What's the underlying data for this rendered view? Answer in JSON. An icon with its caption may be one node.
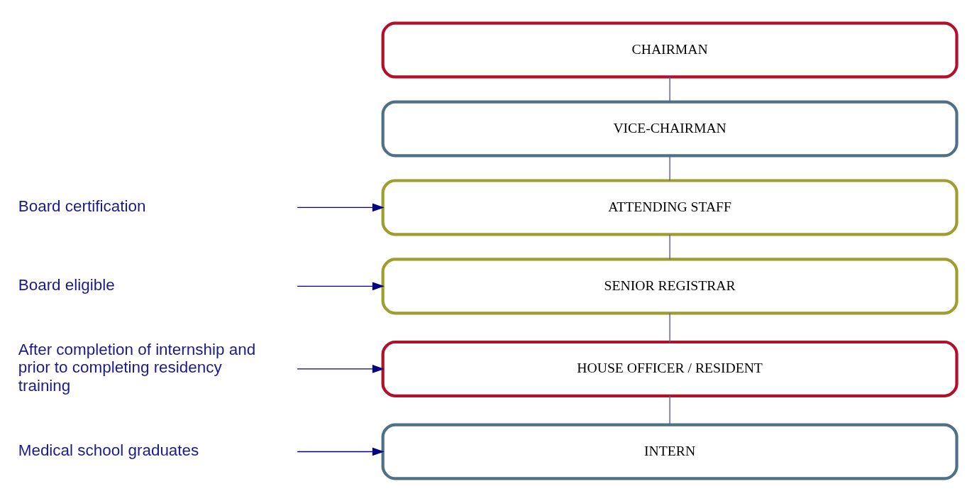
{
  "diagram": {
    "nodes": [
      {
        "text": [
          "CHAIRMAN"
        ]
      },
      {
        "text": [
          "VICE-CHAIRMAN"
        ]
      },
      {
        "text": [
          "Board certification"
        ]
      },
      {
        "text": [
          "ATTENDING STAFF"
        ]
      },
      {
        "text": [
          "Board eligible"
        ]
      },
      {
        "text": [
          "SENIOR REGISTRAR"
        ]
      },
      {
        "text": [
          "After completion of internship and prior to completing residency training"
        ]
      },
      {
        "text": [
          "HOUSE OFFICER / RESIDENT"
        ]
      },
      {
        "text": [
          "Medical school graduates"
        ]
      },
      {
        "text": [
          "INTERN"
        ]
      }
    ],
    "edges": [
      {
        "from": 0,
        "to": 1,
        "arrow": "none"
      },
      {
        "from": 1,
        "to": 3,
        "arrow": "none"
      },
      {
        "from": 3,
        "to": 5,
        "arrow": "none"
      },
      {
        "from": 5,
        "to": 7,
        "arrow": "none"
      },
      {
        "from": 7,
        "to": 9,
        "arrow": "none"
      },
      {
        "from": 2,
        "to": 3,
        "arrow": "to",
        "color": "#000080"
      },
      {
        "from": 4,
        "to": 5,
        "arrow": "to",
        "color": "#000080"
      },
      {
        "from": 6,
        "to": 7,
        "arrow": "to",
        "color": "#000080"
      },
      {
        "from": 8,
        "to": 9,
        "arrow": "to",
        "color": "#000080"
      }
    ]
  }
}
